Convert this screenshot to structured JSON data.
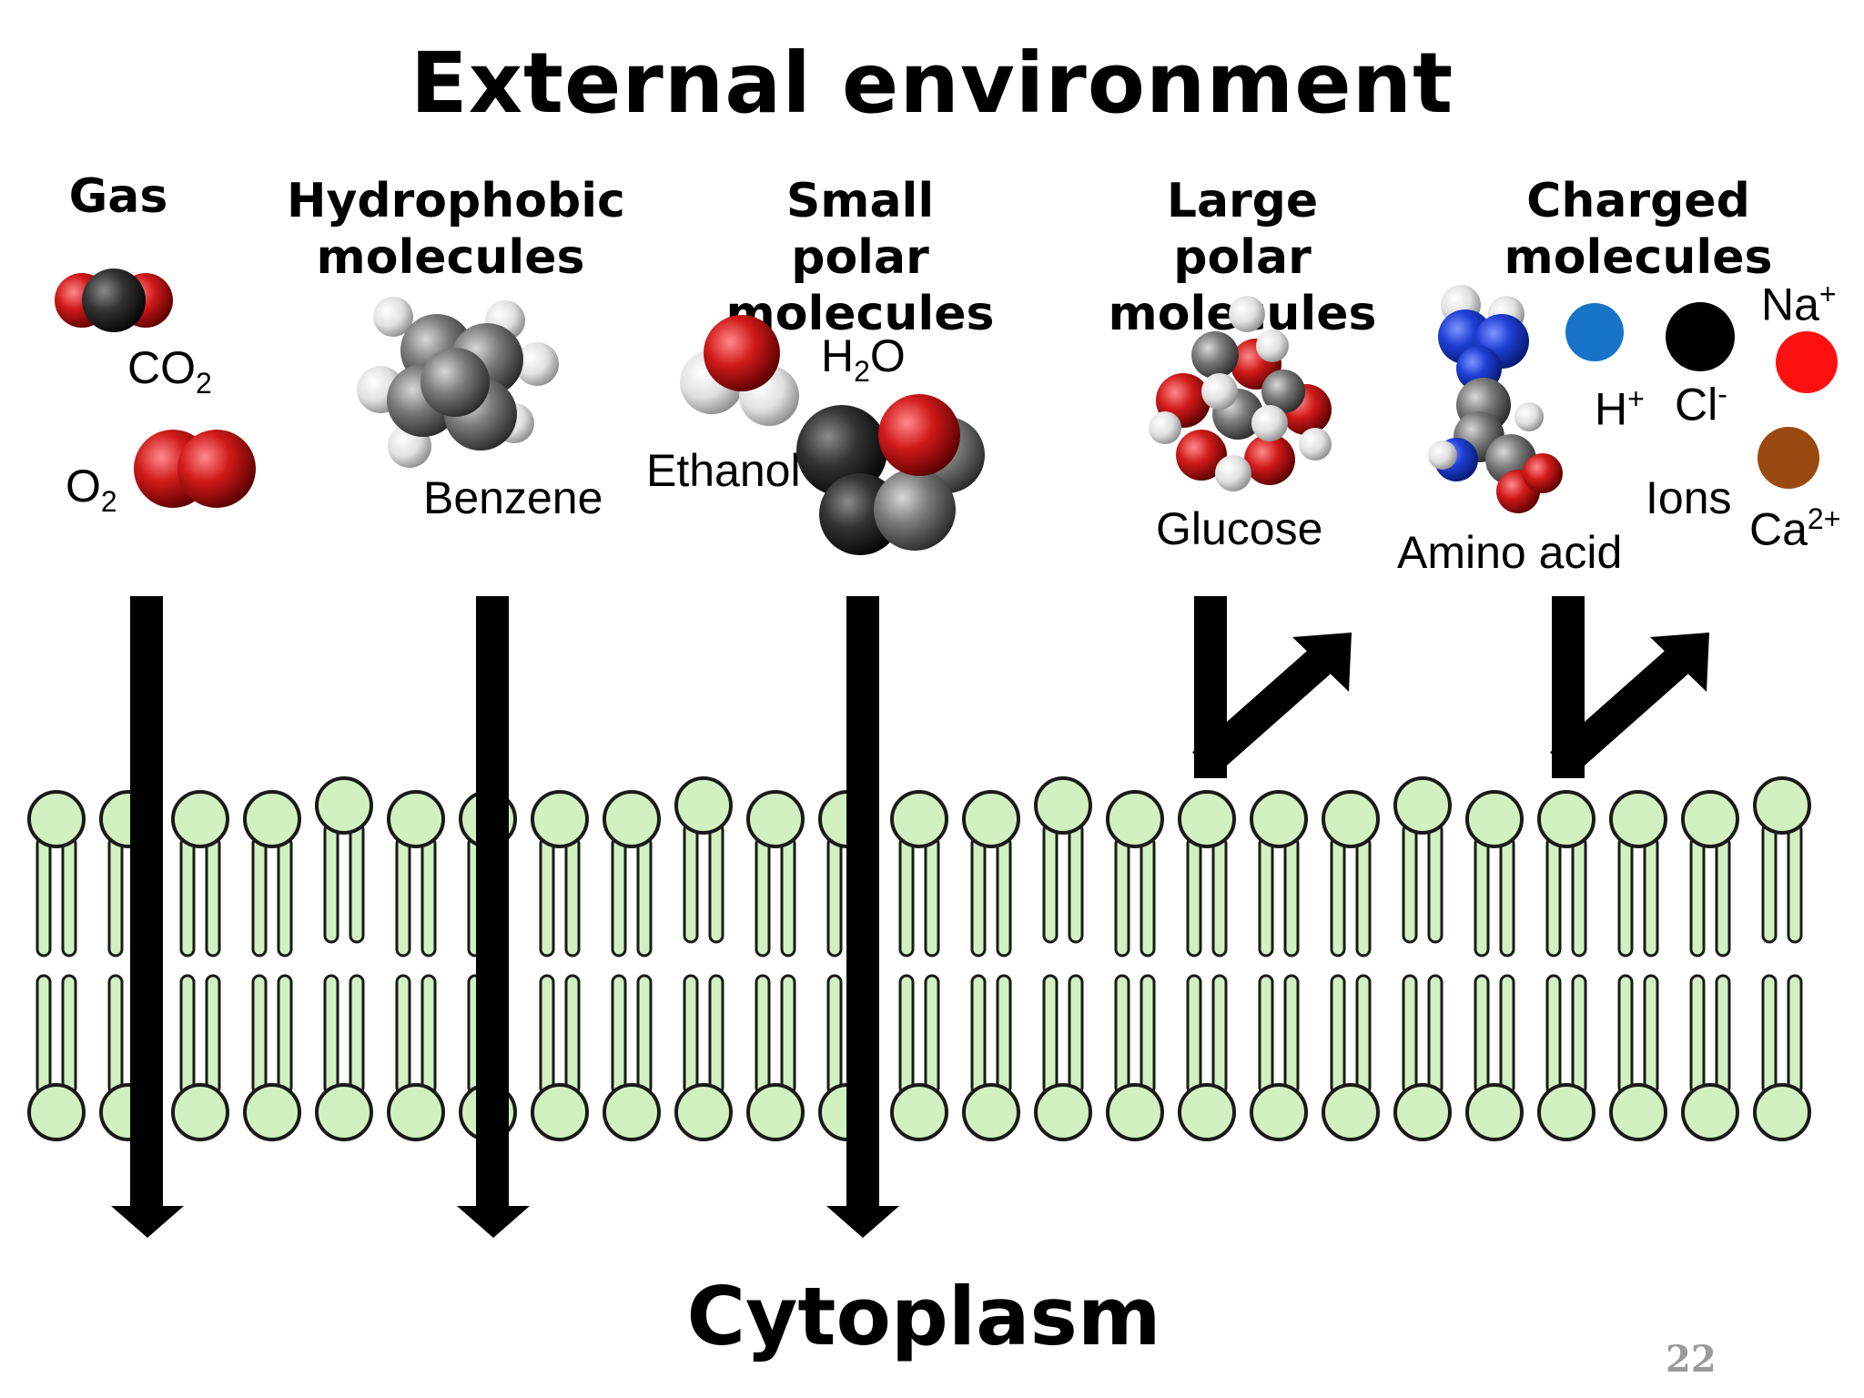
{
  "title": "External environment",
  "bottom_title": "Cytoplasm",
  "page_number": "22",
  "categories": [
    {
      "label": "Gas"
    },
    {
      "label": "Hydrophobic molecules"
    },
    {
      "label": "Small polar molecules"
    },
    {
      "label": "Large polar molecules"
    },
    {
      "label": "Charged molecules"
    }
  ],
  "labels": {
    "co2": {
      "base": "CO",
      "sub": "2"
    },
    "o2": {
      "base": "O",
      "sub": "2"
    },
    "benzene": "Benzene",
    "h2o": {
      "base": "H",
      "sub": "2",
      "tail": "O"
    },
    "ethanol": "Ethanol",
    "glucose": "Glucose",
    "amino_acid": "Amino acid",
    "h_ion": {
      "base": "H",
      "sup": "+"
    },
    "cl_ion": {
      "base": "Cl",
      "sup": "-"
    },
    "na_ion": {
      "base": "Na",
      "sup": "+"
    },
    "ca_ion": {
      "base": "Ca",
      "sup": "2+"
    },
    "ions": "Ions"
  },
  "colors": {
    "lipid_head": "#d2f1c0",
    "outline": "#1a1a1a",
    "red_atom": "#d11a1a",
    "gray_atom": "#7b7b7b",
    "white_atom": "#e8e8e8",
    "blue_atom": "#1f3fd6",
    "h_ion": "#1874c9",
    "cl_ion": "#000000",
    "na_ion": "#ff1010",
    "ca_ion": "#9a4a10"
  },
  "transport": [
    {
      "molecule": "Gas",
      "crosses_membrane": true
    },
    {
      "molecule": "Hydrophobic molecules",
      "crosses_membrane": true
    },
    {
      "molecule": "Small polar molecules",
      "crosses_membrane": true
    },
    {
      "molecule": "Large polar molecules",
      "crosses_membrane": false
    },
    {
      "molecule": "Charged molecules",
      "crosses_membrane": false
    }
  ]
}
